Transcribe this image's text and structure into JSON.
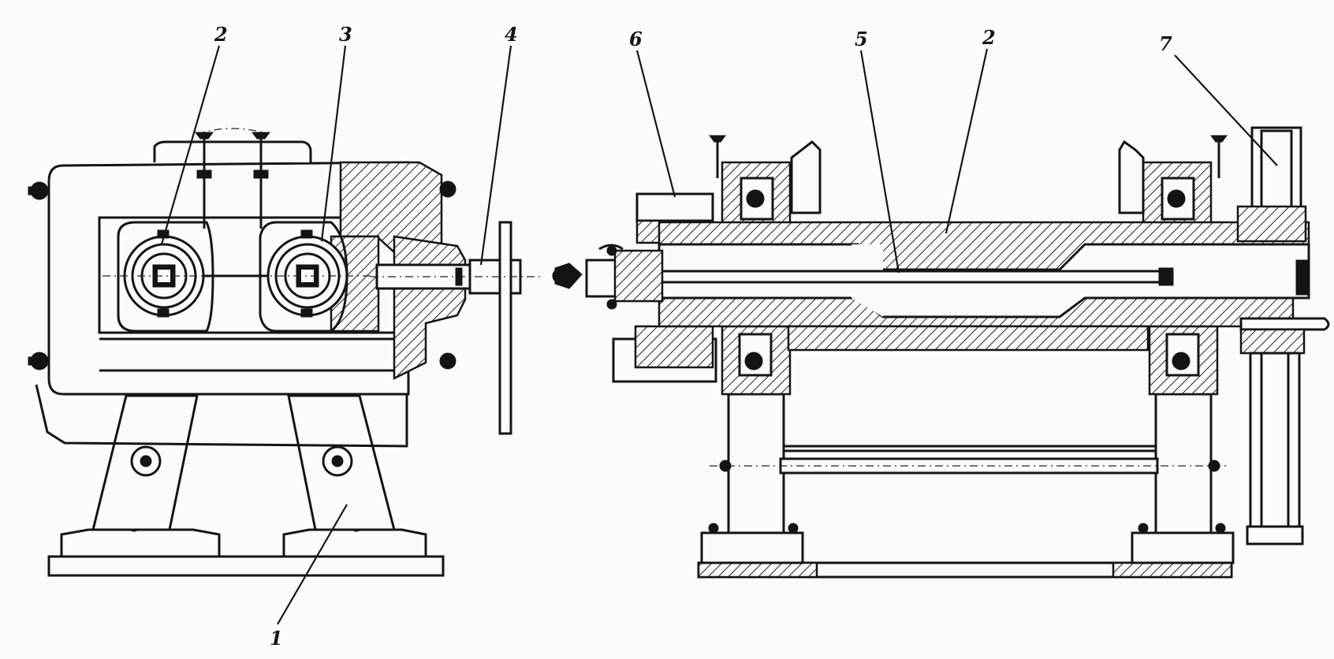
{
  "diagram": {
    "callouts": [
      {
        "id": "left-2",
        "text": "2"
      },
      {
        "id": "left-3",
        "text": "3"
      },
      {
        "id": "left-4",
        "text": "4"
      },
      {
        "id": "left-1",
        "text": "1"
      },
      {
        "id": "right-6",
        "text": "6"
      },
      {
        "id": "right-5",
        "text": "5"
      },
      {
        "id": "right-2",
        "text": "2"
      },
      {
        "id": "right-7",
        "text": "7"
      }
    ]
  }
}
